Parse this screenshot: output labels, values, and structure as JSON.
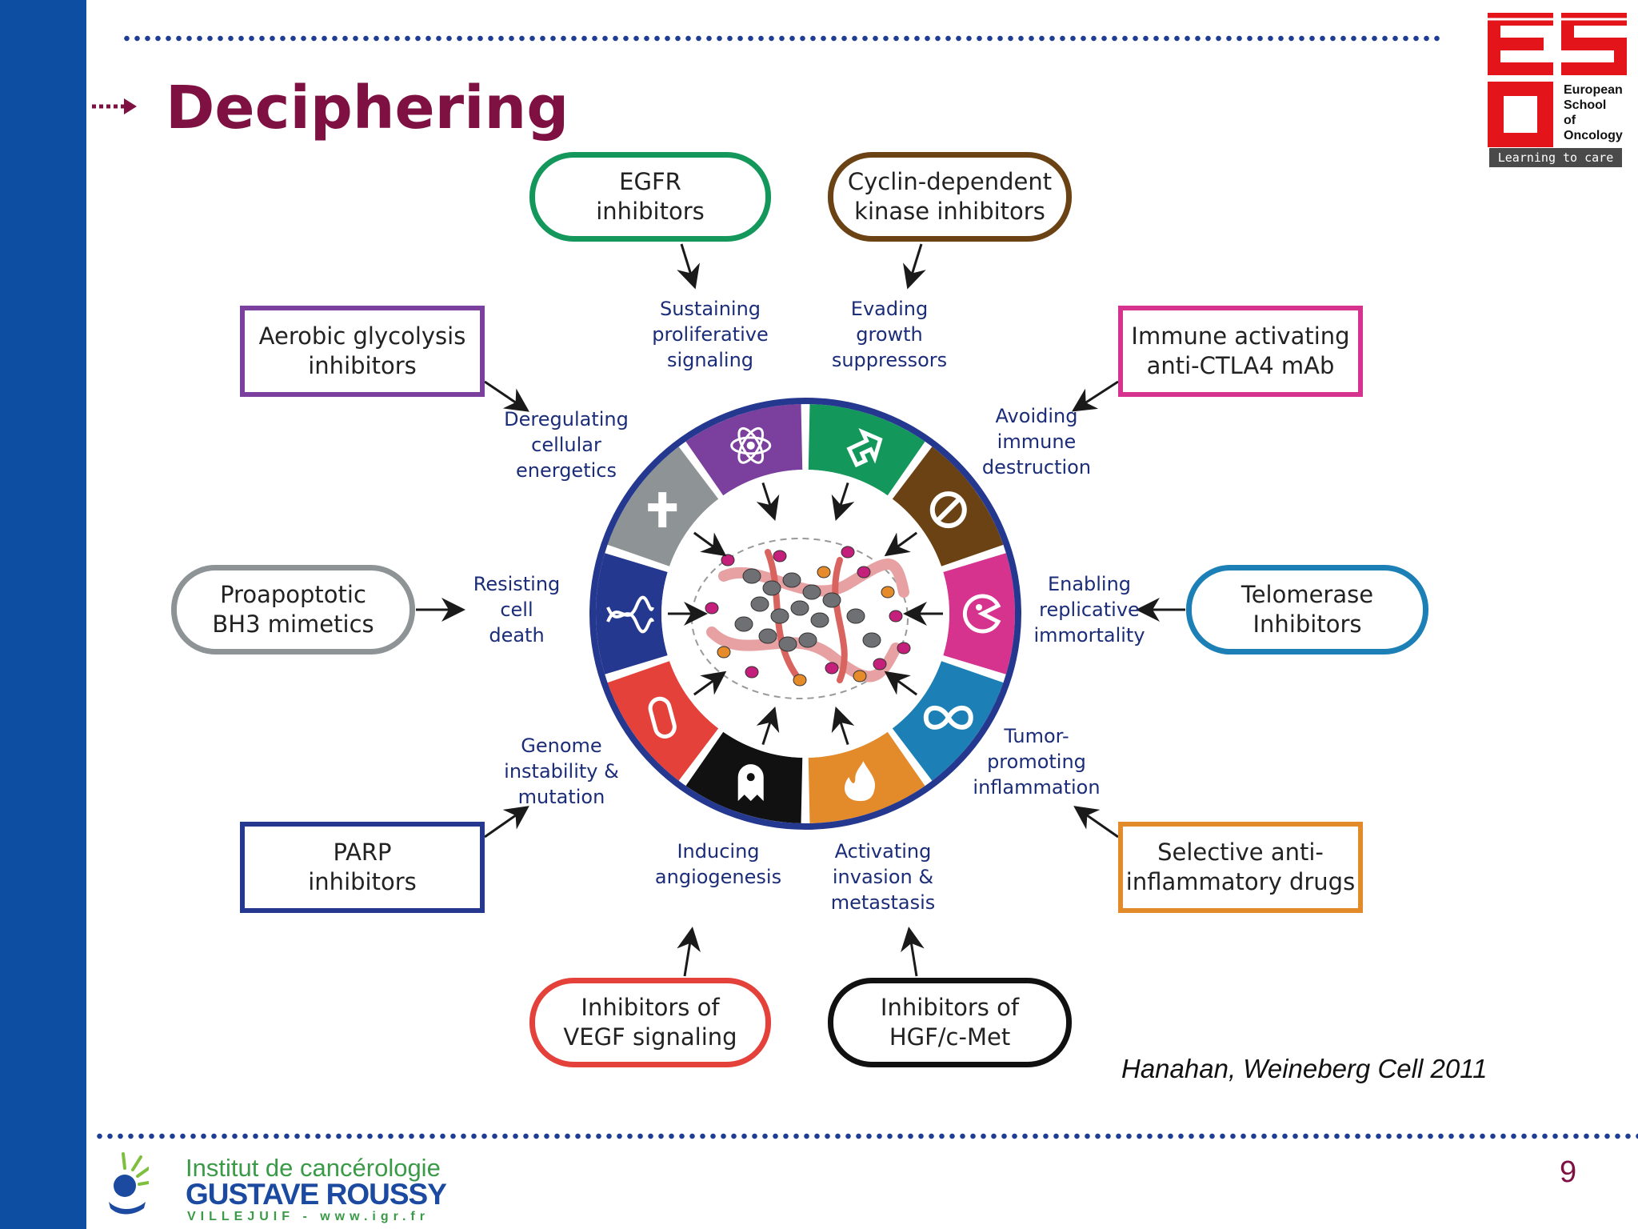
{
  "slide": {
    "title": "Deciphering",
    "page_number": "9",
    "citation": "Hanahan, Weineberg Cell 2011"
  },
  "logo_eso": {
    "line1": "European",
    "line2": "School",
    "line3": "of",
    "line4": "Oncology",
    "tagline": "Learning to care",
    "color": "#e3151a"
  },
  "logo_igr": {
    "line1": "Institut de cancérologie",
    "line2": "GUSTAVE ROUSSY",
    "line3": "VILLEJUIF - www.igr.fr"
  },
  "therapies": {
    "egfr": {
      "line1": "EGFR",
      "line2": "inhibitors",
      "color": "#13975a"
    },
    "cdk": {
      "line1": "Cyclin-dependent",
      "line2": "kinase inhibitors",
      "color": "#6b4213"
    },
    "immune": {
      "line1": "Immune activating",
      "line2": "anti-CTLA4 mAb",
      "color": "#d6338f"
    },
    "telomerase": {
      "line1": "Telomerase",
      "line2": "Inhibitors",
      "color": "#1c80b6"
    },
    "anti_inflammatory": {
      "line1": "Selective anti-",
      "line2": "inflammatory drugs",
      "color": "#e38a2b"
    },
    "hgf": {
      "line1": "Inhibitors of",
      "line2": "HGF/c-Met",
      "color": "#111111"
    },
    "vegf": {
      "line1": "Inhibitors of",
      "line2": "VEGF signaling",
      "color": "#e3413a"
    },
    "parp": {
      "line1": "PARP",
      "line2": "inhibitors",
      "color": "#25388f"
    },
    "bh3": {
      "line1": "Proapoptotic",
      "line2": "BH3 mimetics",
      "color": "#8e9396"
    },
    "glycolysis": {
      "line1": "Aerobic glycolysis",
      "line2": "inhibitors",
      "color": "#7b3f9e"
    }
  },
  "hallmarks": {
    "proliferative": {
      "line1": "Sustaining",
      "line2": "proliferative",
      "line3": "signaling",
      "color": "#13975a",
      "icon": "arrow-icon"
    },
    "growth_suppressors": {
      "line1": "Evading",
      "line2": "growth",
      "line3": "suppressors",
      "color": "#6b4213",
      "icon": "prohibited-icon"
    },
    "immune_destruction": {
      "line1": "Avoiding",
      "line2": "immune",
      "line3": "destruction",
      "color": "#d6338f",
      "icon": "pacman-cell-icon"
    },
    "immortality": {
      "line1": "Enabling",
      "line2": "replicative",
      "line3": "immortality",
      "color": "#1c80b6",
      "icon": "infinity-icon"
    },
    "inflammation": {
      "line1": "Tumor-",
      "line2": "promoting",
      "line3": "inflammation",
      "color": "#e38a2b",
      "icon": "flame-icon"
    },
    "invasion": {
      "line1": "Activating",
      "line2": "invasion &",
      "line3": "metastasis",
      "color": "#111111",
      "icon": "ghost-cell-icon"
    },
    "angiogenesis": {
      "line1": "Inducing",
      "line2": "angiogenesis",
      "color": "#e3413a",
      "icon": "vessel-icon"
    },
    "genome": {
      "line1": "Genome",
      "line2": "instability &",
      "line3": "mutation",
      "color": "#25388f",
      "icon": "dna-icon"
    },
    "cell_death": {
      "line1": "Resisting",
      "line2": "cell",
      "line3": "death",
      "color": "#8e9396",
      "icon": "cross-icon"
    },
    "energetics": {
      "line1": "Deregulating",
      "line2": "cellular",
      "line3": "energetics",
      "color": "#7b3f9e",
      "icon": "atom-icon"
    }
  }
}
